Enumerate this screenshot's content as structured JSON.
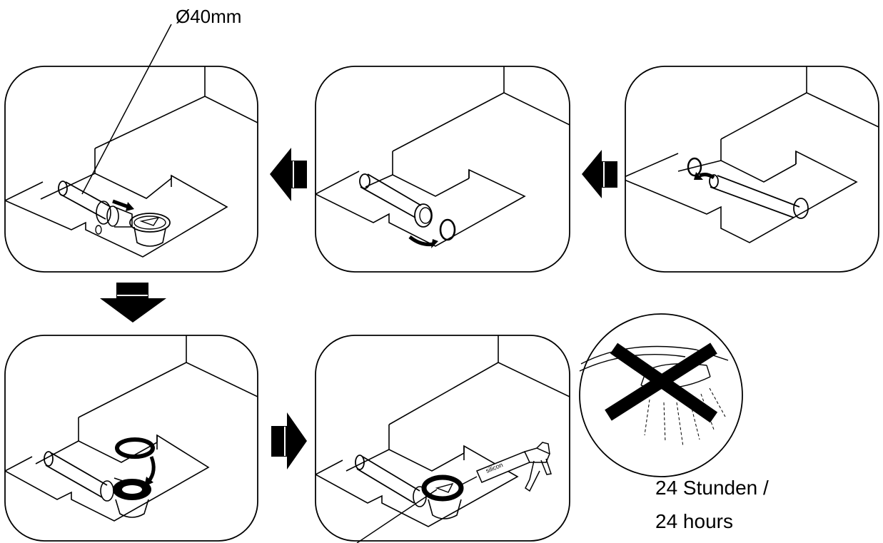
{
  "callouts": {
    "pipe_diameter": "Ø40mm"
  },
  "cure_time": {
    "line1": "24 Stunden /",
    "line2": "24 hours"
  },
  "sealant_tube_label": "silicon",
  "colors": {
    "line": "#000000",
    "background": "#ffffff"
  },
  "icons": [
    "step-arrow-left-icon",
    "step-arrow-down-icon",
    "step-arrow-right-icon",
    "no-water-prohibited-icon",
    "silicone-gun-icon"
  ]
}
